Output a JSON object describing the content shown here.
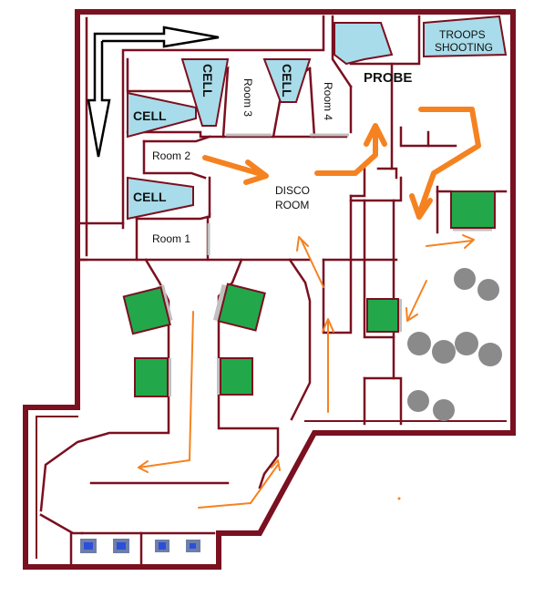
{
  "rooms": {
    "cell_left_top": "CELL",
    "cell_left_bottom": "CELL",
    "cell_top_1": "CELL",
    "cell_top_2": "CELL",
    "room_1": "Room 1",
    "room_2": "Room 2",
    "room_3": "Room 3",
    "room_4": "Room 4",
    "disco_room_line1": "DISCO",
    "disco_room_line2": "ROOM",
    "probe": "PROBE",
    "troops_line1": "TROOPS",
    "troops_line2": "SHOOTING"
  },
  "colors": {
    "wall": "#7a1020",
    "cell_fill": "#a8dcea",
    "crate_green": "#22a84a",
    "crate_shadow": "#c0c0c0",
    "boulder": "#8a8a8a",
    "arrow_orange": "#f58220",
    "arrow_black": "#000000",
    "vent_fill": "#2b4fd8"
  },
  "icons": [
    "black-route-arrow-icon",
    "orange-route-arrow-icon",
    "green-crate-icon",
    "boulder-icon",
    "floor-vent-icon"
  ]
}
